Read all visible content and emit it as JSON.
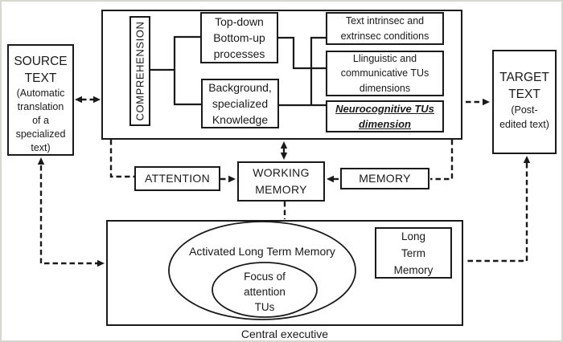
{
  "diagram": {
    "source_box": {
      "title": "SOURCE\nTEXT",
      "subtitle": "(Automatic\ntranslation\nof a\nspecialized\ntext)"
    },
    "target_box": {
      "title": "TARGET\nTEXT",
      "subtitle": "(Post-\nedited text)"
    },
    "comprehension_label": "COMPREHENSION",
    "top_down_box": "Top-down\nBottom-up\nprocesses",
    "background_box": "Background,\nspecialized\nKnowledge",
    "text_conditions_box": "Text intrinsec and\nextrinsec conditions",
    "linguistic_box": "Llinguistic and\ncommunicative TUs\ndimensions",
    "neurocognitive_box": "Neurocognitive TUs\ndimension",
    "attention_box": "ATTENTION",
    "working_memory_box": "WORKING\nMEMORY",
    "memory_box": "MEMORY",
    "activated_ltm_label": "Activated Long Term Memory",
    "focus_label": "Focus of\nattention\nTUs",
    "long_term_memory_box": "Long\nTerm\nMemory",
    "central_executive_label": "Central executive",
    "colors": {
      "line": "#1a1a1a",
      "box_fill": "#ffffff",
      "frame": "#d8d7d0"
    }
  }
}
